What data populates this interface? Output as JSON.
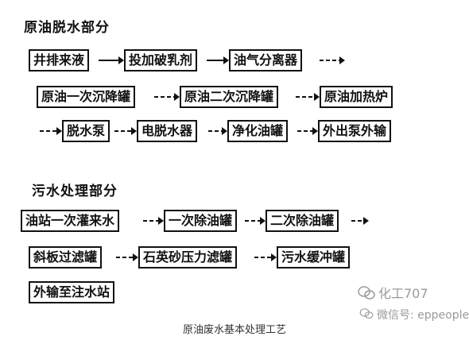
{
  "dehydration": {
    "title": "原油脱水部分",
    "rows": [
      [
        "井排来液",
        "投加破乳剂",
        "油气分离器"
      ],
      [
        "原油一次沉降罐",
        "原油二次沉降罐",
        "原油加热炉"
      ],
      [
        "脱水泵",
        "电脱水器",
        "净化油罐",
        "外出泵外输"
      ]
    ]
  },
  "wastewater": {
    "title": "污水处理部分",
    "rows": [
      [
        "油站一次灌来水",
        "一次除油罐",
        "二次除油罐"
      ],
      [
        "斜板过滤罐",
        "石英砂压力滤罐",
        "污水缓冲罐"
      ],
      [
        "外输至注水站"
      ]
    ]
  },
  "caption": "原油废水基本处理工艺",
  "watermark": {
    "line1": "化工707",
    "line2": "微信号: eppeople"
  }
}
